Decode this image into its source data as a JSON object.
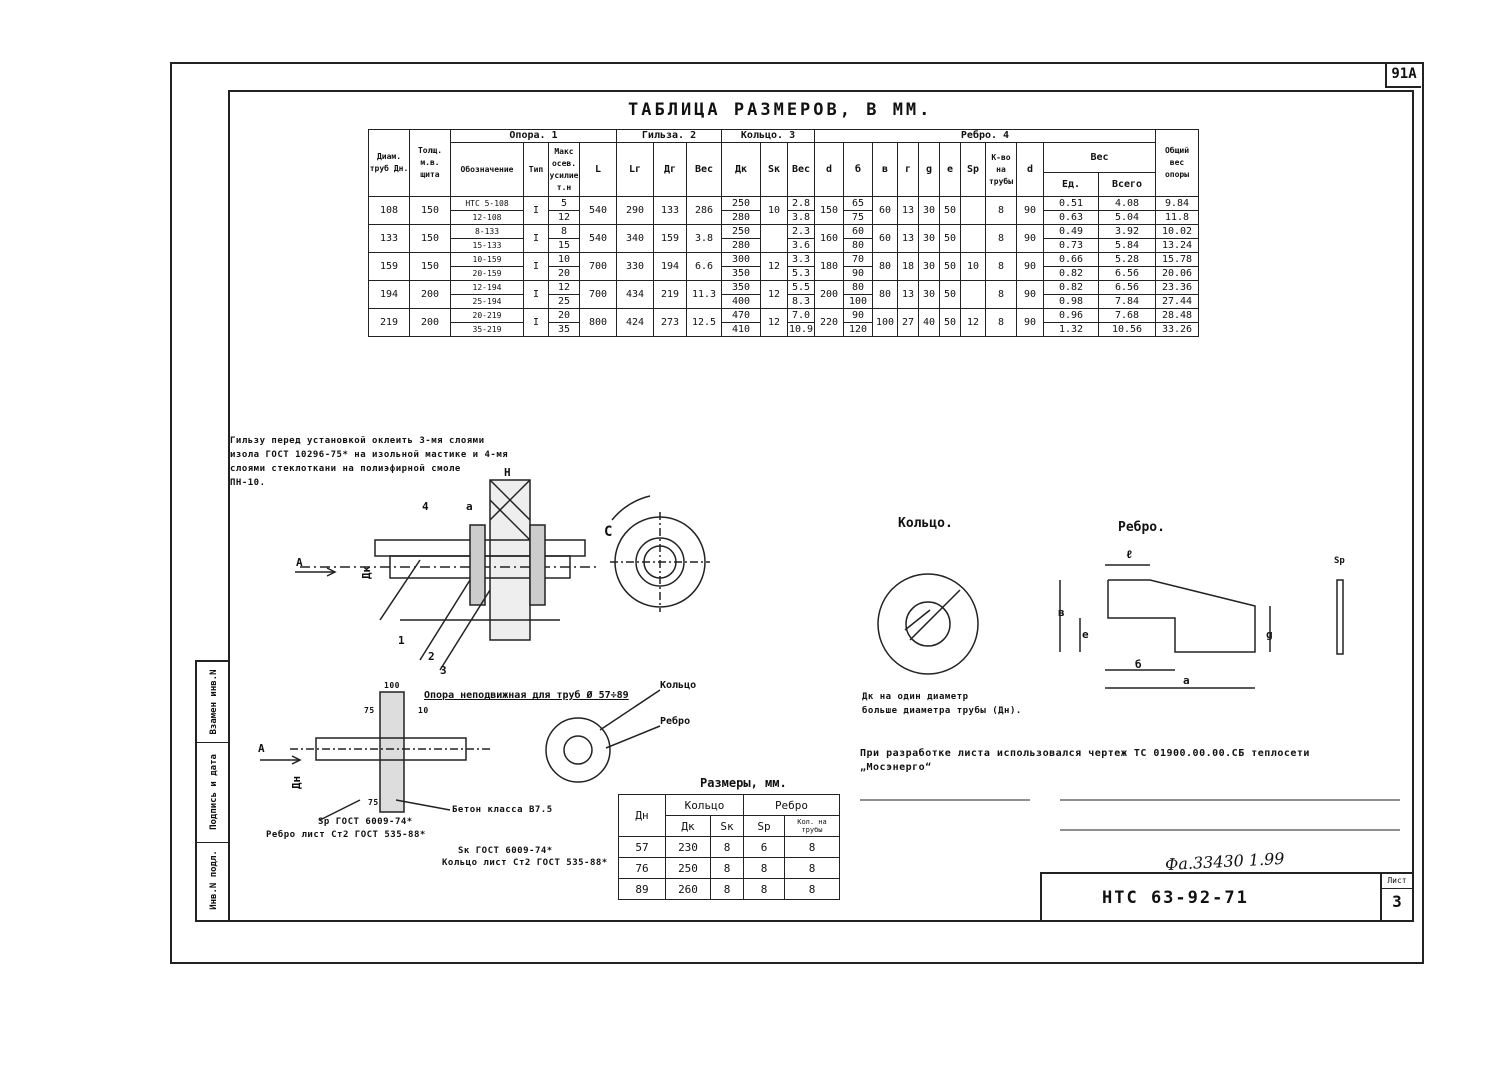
{
  "sheet_corner": "91А",
  "table_title": "ТАБЛИЦА   РАЗМЕРОВ,  В  ММ.",
  "headers": {
    "dn": "Диам. труб Дн.",
    "shield": "Толщ. м.в. щита",
    "opora": "Опора. 1",
    "gilza": "Гильза. 2",
    "kolco": "Кольцо. 3",
    "rebro": "Ребро. 4",
    "total": "Общий вес опоры",
    "oboz": "Обозначение",
    "tip": "Тип",
    "maks": "Макс осев. усилие т.н",
    "L": "L",
    "Lg": "Lг",
    "Dg": "Дг",
    "ves": "Вес",
    "Dk": "Дк",
    "Sk": "Sк",
    "d": "d",
    "b": "б",
    "v": "в",
    "g": "г",
    "gg": "g",
    "e": "е",
    "Sp": "Sр",
    "kvo": "К-во на трубы",
    "dd": "d",
    "ves_r": "Вес",
    "ed": "Ед.",
    "vsego": "Всего"
  },
  "rows": [
    {
      "dn": "108",
      "sh": "150",
      "tip": "I",
      "L": "540",
      "Lg": "290",
      "Dg": "133",
      "vg": "286",
      "sk": "10",
      "d": "150",
      "v": "60",
      "g": "13",
      "gg": "30",
      "e": "50",
      "sp": "",
      "k": "8",
      "dd": "90",
      "sub": [
        {
          "o": "НТС 5-108",
          "m": "5",
          "dk": "250",
          "vk": "2.8",
          "b": "65",
          "ed": "0.51",
          "vs": "4.08",
          "t": "9.84"
        },
        {
          "o": "12-108",
          "m": "12",
          "dk": "280",
          "vk": "3.8",
          "b": "75",
          "ed": "0.63",
          "vs": "5.04",
          "t": "11.8"
        }
      ]
    },
    {
      "dn": "133",
      "sh": "150",
      "tip": "I",
      "L": "540",
      "Lg": "340",
      "Dg": "159",
      "vg": "3.8",
      "sk": "",
      "d": "160",
      "v": "60",
      "g": "13",
      "gg": "30",
      "e": "50",
      "sp": "",
      "k": "8",
      "dd": "90",
      "sub": [
        {
          "o": "8-133",
          "m": "8",
          "dk": "250",
          "vk": "2.3",
          "b": "60",
          "ed": "0.49",
          "vs": "3.92",
          "t": "10.02"
        },
        {
          "o": "15-133",
          "m": "15",
          "dk": "280",
          "vk": "3.6",
          "b": "80",
          "ed": "0.73",
          "vs": "5.84",
          "t": "13.24"
        }
      ]
    },
    {
      "dn": "159",
      "sh": "150",
      "tip": "I",
      "L": "700",
      "Lg": "330",
      "Dg": "194",
      "vg": "6.6",
      "sk": "12",
      "d": "180",
      "v": "80",
      "g": "18",
      "gg": "30",
      "e": "50",
      "sp": "10",
      "k": "8",
      "dd": "90",
      "sub": [
        {
          "o": "10-159",
          "m": "10",
          "dk": "300",
          "vk": "3.3",
          "b": "70",
          "ed": "0.66",
          "vs": "5.28",
          "t": "15.78"
        },
        {
          "o": "20-159",
          "m": "20",
          "dk": "350",
          "vk": "5.3",
          "b": "90",
          "ed": "0.82",
          "vs": "6.56",
          "t": "20.06"
        }
      ]
    },
    {
      "dn": "194",
      "sh": "200",
      "tip": "I",
      "L": "700",
      "Lg": "434",
      "Dg": "219",
      "vg": "11.3",
      "sk": "12",
      "d": "200",
      "v": "80",
      "g": "13",
      "gg": "30",
      "e": "50",
      "sp": "",
      "k": "8",
      "dd": "90",
      "sub": [
        {
          "o": "12-194",
          "m": "12",
          "dk": "350",
          "vk": "5.5",
          "b": "80",
          "ed": "0.82",
          "vs": "6.56",
          "t": "23.36"
        },
        {
          "o": "25-194",
          "m": "25",
          "dk": "400",
          "vk": "8.3",
          "b": "100",
          "ed": "0.98",
          "vs": "7.84",
          "t": "27.44"
        }
      ]
    },
    {
      "dn": "219",
      "sh": "200",
      "tip": "I",
      "L": "800",
      "Lg": "424",
      "Dg": "273",
      "vg": "12.5",
      "sk": "12",
      "d": "220",
      "v": "100",
      "g": "27",
      "gg": "40",
      "e": "50",
      "sp": "12",
      "k": "8",
      "dd": "90",
      "sub": [
        {
          "o": "20-219",
          "m": "20",
          "dk": "470",
          "vk": "7.0",
          "b": "90",
          "ed": "0.96",
          "vs": "7.68",
          "t": "28.48"
        },
        {
          "o": "35-219",
          "m": "35",
          "dk": "410",
          "vk": "10.9",
          "b": "120",
          "ed": "1.32",
          "vs": "10.56",
          "t": "33.26"
        }
      ]
    }
  ],
  "notes": {
    "top_left_1": "Гильзу перед установкой оклеить 3-мя слоями",
    "top_left_2": "изола ГОСТ 10296-75* на изольной мастике и 4-мя",
    "top_left_3": "слоями стеклоткани на полиэфирной смоле",
    "top_left_4": "ПН-10.",
    "kolco_title": "Кольцо.",
    "rebro_title": "Ребро.",
    "dk_note_1": "Дк на один диаметр",
    "dk_note_2": "больше диаметра трубы (Дн).",
    "source_1": "При разработке листа использовался чертеж ТС 01900.00.00.СБ теплосети",
    "source_2": "„Мосэнерго“",
    "opora_caption": "Опора неподвижная для труб Ø 57÷89",
    "kolco_lbl": "Кольцо",
    "rebro_lbl": "Ребро",
    "beton": "Бетон класса В7.5",
    "sp_gost_1": "Sр ГОСТ 6009-74*",
    "sp_gost_2": "Ребро лист Ст2 ГОСТ 535-88*",
    "sk_gost_1": "Sк ГОСТ 6009-74*",
    "sk_gost_2": "Кольцо лист Ст2 ГОСТ 535-88*",
    "dim_100": "100",
    "dim_75a": "75",
    "dim_10": "10",
    "dim_75b": "75",
    "label_A": "А",
    "label_A2": "А",
    "label_H": "Н",
    "label_a": "а",
    "label_4": "4",
    "label_1": "1",
    "label_2": "2",
    "label_3": "3",
    "label_dk": "Дк",
    "label_dn": "Дн",
    "label_l": "ℓ",
    "label_sr": "Sр",
    "label_sk": "Sк",
    "label_b": "б",
    "label_v": "в",
    "label_e": "е",
    "label_a2": "а",
    "label_g": "g",
    "label_c": "С"
  },
  "small_table": {
    "title": "Размеры, мм.",
    "h_dn": "Дн",
    "h_kolco": "Кольцо",
    "h_rebro": "Ребро",
    "h_dk": "Дк",
    "h_sk": "Sк",
    "h_sp": "Sр",
    "h_kol": "Кол. на трубы",
    "rows": [
      {
        "dn": "57",
        "dk": "230",
        "sk": "8",
        "sp": "6",
        "kol": "8"
      },
      {
        "dn": "76",
        "dk": "250",
        "sk": "8",
        "sp": "8",
        "kol": "8"
      },
      {
        "dn": "89",
        "dk": "260",
        "sk": "8",
        "sp": "8",
        "kol": "8"
      }
    ]
  },
  "sidebar": [
    "Взамен инв.N",
    "Подпись и дата",
    "Инв.N подл."
  ],
  "stamp": {
    "code": "НТС 63-92-71",
    "list_label": "Лист",
    "list_no": "3"
  },
  "handwritten": "Фа.33430  1.99"
}
